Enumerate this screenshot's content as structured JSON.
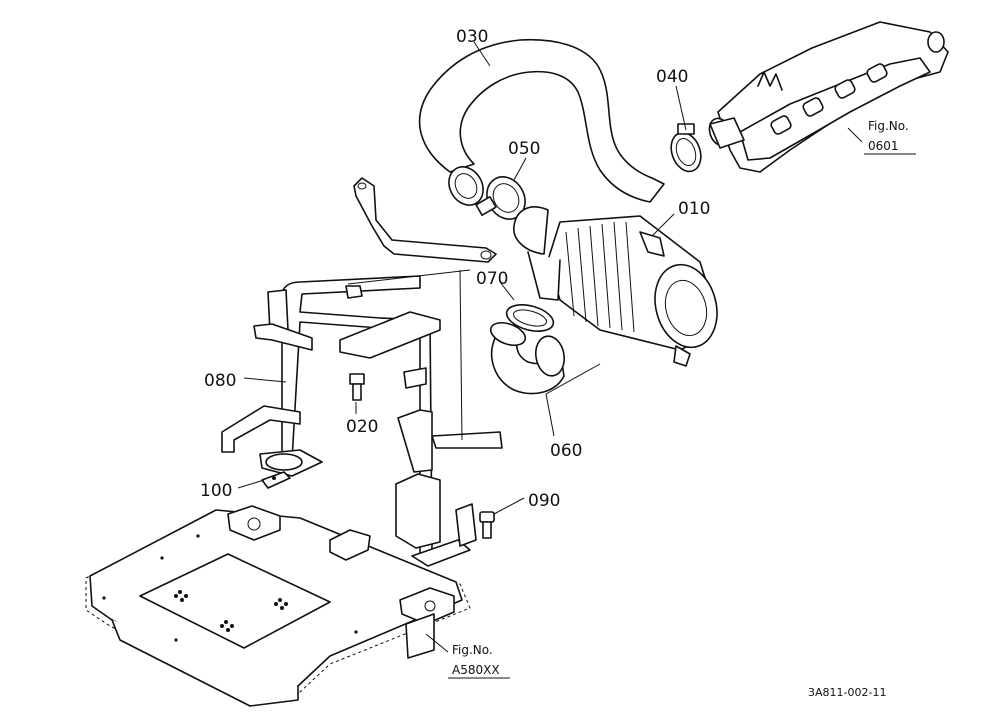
{
  "callouts": {
    "p010": "010",
    "p020": "020",
    "p030": "030",
    "p040": "040",
    "p050": "050",
    "p060": "060",
    "p070": "070",
    "p080": "080",
    "p090": "090",
    "p100": "100"
  },
  "fig_refs": {
    "manifold": {
      "line1": "Fig.No.",
      "line2": "0601"
    },
    "frame": {
      "line1": "Fig.No.",
      "line2": "A580XX"
    }
  },
  "drawing_code": "3A811-002-11"
}
